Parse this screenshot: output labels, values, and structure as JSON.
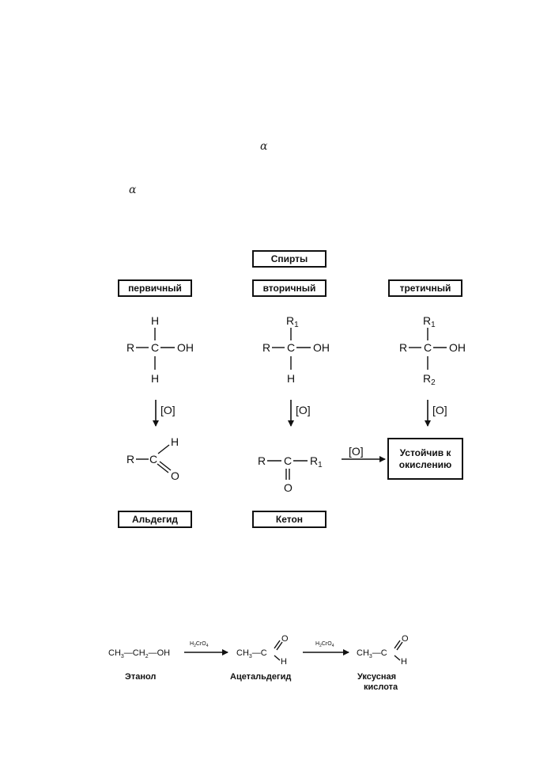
{
  "symbols": {
    "alpha_1": "α",
    "alpha_2": "α"
  },
  "classification": {
    "root": "Спирты",
    "types": {
      "primary": "первичный",
      "secondary": "вторичный",
      "tertiary": "третичный"
    },
    "products": {
      "aldehyde": "Альдегид",
      "ketone": "Кетон"
    },
    "stable": "Устойчив к окислению"
  },
  "atoms": {
    "H": "H",
    "C": "C",
    "R": "R",
    "O": "O",
    "OH": "OH",
    "R_letter": "R",
    "sub1": "1",
    "sub2": "2"
  },
  "oxidant": "[O]",
  "reaction": {
    "ethanol_formula": {
      "a": "CH",
      "sub3": "3",
      "b": "—CH",
      "sub2": "2",
      "c": "—OH"
    },
    "acetaldehyde_formula": {
      "a": "CH",
      "sub3": "3",
      "b": "—C"
    },
    "acetic_formula": {
      "a": "CH",
      "sub3": "3",
      "b": "—C"
    },
    "reagent": {
      "h": "H",
      "sub2": "2",
      "cro": "CrO",
      "sub4": "4"
    },
    "labels": {
      "ethanol": "Этанол",
      "acetaldehyde": "Ацетальдегид",
      "acetic_1": "Уксусная",
      "acetic_2": "кислота"
    }
  }
}
